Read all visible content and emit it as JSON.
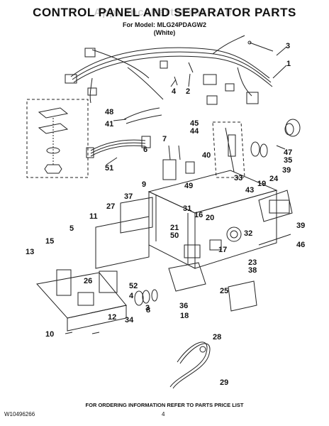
{
  "header": {
    "title": "CONTROL PANEL AND SEPARATOR PARTS",
    "watermark": "AppliancePartsPros.com",
    "model": "For Model: MLG24PDAGW2",
    "color": "(White)"
  },
  "callouts": [
    "3",
    "1",
    "4",
    "2",
    "48",
    "41",
    "45",
    "44",
    "7",
    "47",
    "35",
    "6",
    "40",
    "51",
    "39",
    "33",
    "9",
    "24",
    "49",
    "43",
    "19",
    "37",
    "27",
    "31",
    "16",
    "20",
    "11",
    "39",
    "5",
    "21",
    "32",
    "50",
    "46",
    "15",
    "17",
    "23",
    "13",
    "38",
    "52",
    "26",
    "4",
    "25",
    "3",
    "8",
    "36",
    "12",
    "34",
    "18",
    "10",
    "28",
    "29"
  ],
  "footer": {
    "note": "FOR ORDERING INFORMATION REFER TO PARTS PRICE LIST",
    "doc_number": "W10496266",
    "page_number": "4"
  }
}
